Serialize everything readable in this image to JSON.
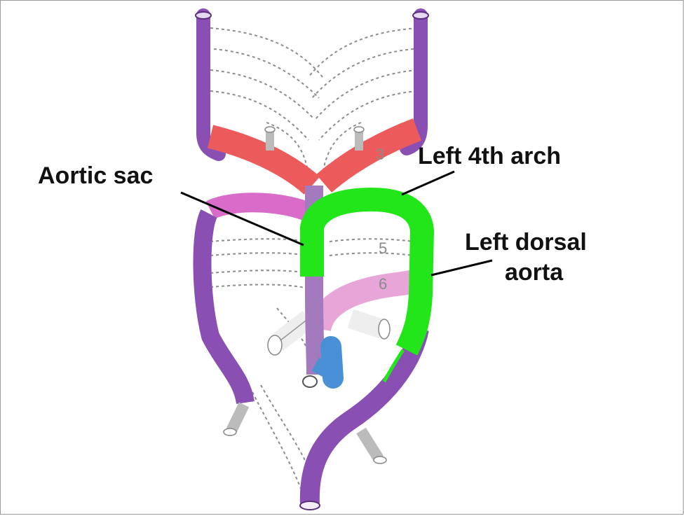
{
  "labels": {
    "aortic_sac": "Aortic sac",
    "left_4th_arch": "Left 4th arch",
    "left_dorsal_aorta_line1": "Left dorsal",
    "left_dorsal_aorta_line2": "aorta"
  },
  "arch_numbers": {
    "three": "3",
    "five": "5",
    "six": "6"
  },
  "colors": {
    "dorsal_aorta": "#8a4fb3",
    "third_arch": "#ec5b5b",
    "fourth_arch": "#d86cc8",
    "sixth_arch": "#e8a6d8",
    "aortic_sac": "#a27abd",
    "highlight": "#22e61a",
    "pulmonary_trunk": "#4a90d6"
  }
}
